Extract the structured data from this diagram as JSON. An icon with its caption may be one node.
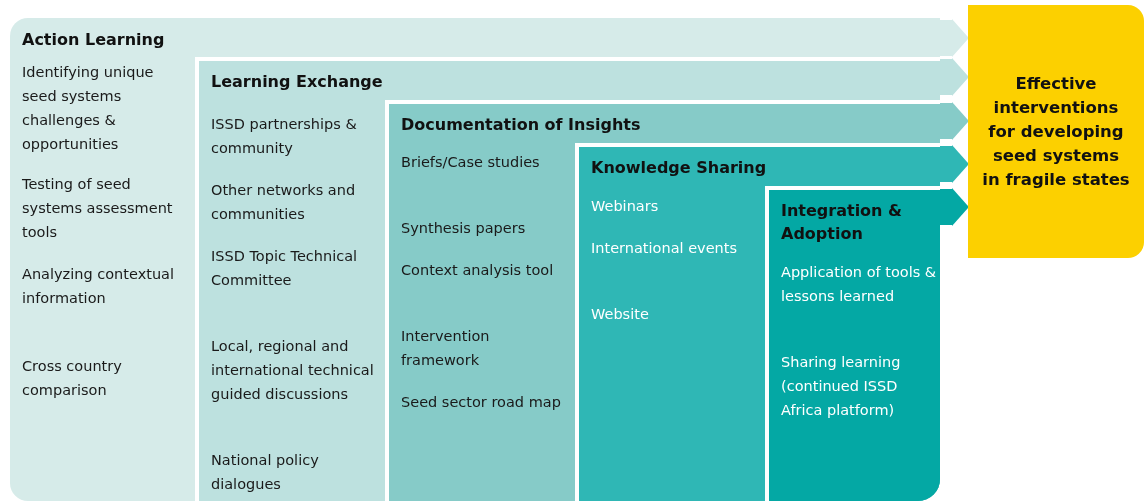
{
  "diagram": {
    "nodes": [
      {
        "text": [
          "Action Learning",
          "Identifying unique seed systems challenges & opportunities",
          "Testing of seed systems assessment tools",
          "Analyzing contextual information",
          "Cross country comparison"
        ]
      },
      {
        "text": [
          "Learning Exchange",
          "ISSD partnerships & community",
          "Other networks and communities",
          "ISSD Topic Technical Committee",
          "Local, regional and international technical guided discussions",
          "National policy dialogues"
        ],
        "in": 0
      },
      {
        "text": [
          "Documentation of Insights",
          "Briefs/Case studies",
          "Synthesis papers",
          "Context analysis tool",
          "Intervention framework",
          "Seed sector road map"
        ],
        "in": 1
      },
      {
        "text": [
          "Knowledge Sharing",
          "Webinars",
          "International events",
          "Website"
        ],
        "in": 2
      },
      {
        "text": [
          "Integration & Adoption",
          "Application of tools & lessons learned",
          "Sharing learning (continued ISSD Africa platform)"
        ],
        "in": 3
      },
      {
        "text": [
          "Effective interventions for developing seed systems in fragile states"
        ]
      }
    ],
    "edges": [
      {
        "from": 0,
        "to": 5,
        "arrow": "to",
        "color": "#d6ebe9"
      },
      {
        "from": 1,
        "to": 5,
        "arrow": "to",
        "color": "#bde1df"
      },
      {
        "from": 2,
        "to": 5,
        "arrow": "to",
        "color": "#86cbc8"
      },
      {
        "from": 3,
        "to": 5,
        "arrow": "to",
        "color": "#2fb7b5"
      },
      {
        "from": 4,
        "to": 5,
        "arrow": "to",
        "color": "#04a8a4"
      }
    ]
  }
}
